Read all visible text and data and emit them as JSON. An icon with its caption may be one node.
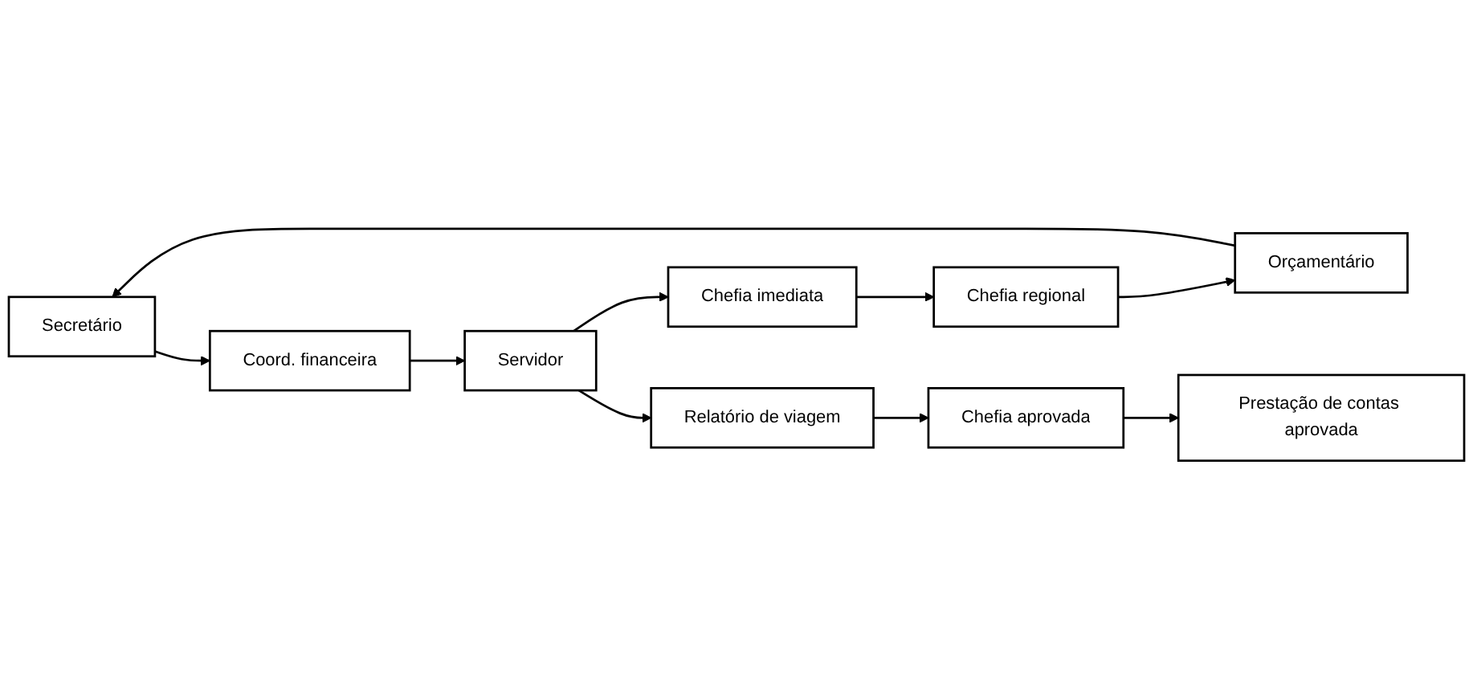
{
  "diagram": {
    "nodes": [
      {
        "text": [
          "Secretário"
        ]
      },
      {
        "text": [
          "Orçamentário"
        ]
      },
      {
        "text": [
          "Coord. financeira"
        ]
      },
      {
        "text": [
          "Relatório de viagem"
        ]
      },
      {
        "text": [
          "Chefia regional"
        ]
      },
      {
        "text": [
          "Chefia aprovada"
        ]
      },
      {
        "text": [
          "Chefia imediata"
        ]
      },
      {
        "text": [
          "Prestação de contas aprovada"
        ]
      },
      {
        "text": [
          "Servidor"
        ]
      }
    ],
    "edges": [
      {
        "from": 8,
        "to": 6,
        "arrow": "to"
      },
      {
        "from": 6,
        "to": 4,
        "arrow": "to"
      },
      {
        "from": 4,
        "to": 1,
        "arrow": "to"
      },
      {
        "from": 1,
        "to": 0,
        "arrow": "to"
      },
      {
        "from": 0,
        "to": 2,
        "arrow": "to"
      },
      {
        "from": 2,
        "to": 8,
        "arrow": "to"
      },
      {
        "from": 8,
        "to": 3,
        "arrow": "to"
      },
      {
        "from": 3,
        "to": 5,
        "arrow": "to"
      },
      {
        "from": 5,
        "to": 7,
        "arrow": "to"
      }
    ]
  }
}
